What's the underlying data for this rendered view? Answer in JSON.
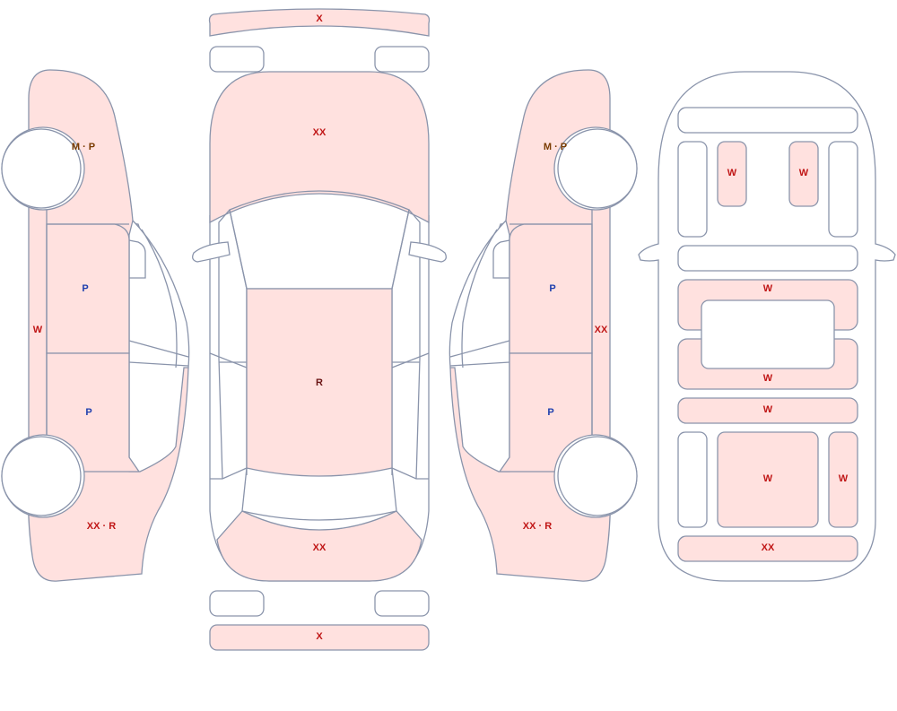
{
  "colors": {
    "damaged_fill": "#ffe1df",
    "outline": "#8a94ab",
    "code_x_w": "#c01616",
    "code_p": "#1e3fae",
    "code_m": "#7a3b00",
    "code_r": "#6a1414"
  },
  "labels": {
    "front_bumper": "X",
    "hood": "XX",
    "roof": "R",
    "trunk": "XX",
    "rear_bumper": "X",
    "left_fender": "M · P",
    "left_front_door": "P",
    "left_rear_door": "P",
    "left_rocker": "W",
    "left_quarter": "XX · R",
    "right_fender": "M · P",
    "right_front_door": "P",
    "right_rear_door": "P",
    "right_rocker": "XX",
    "right_quarter": "XX · R",
    "under_front_left": "W",
    "under_front_right": "W",
    "under_mid_upper": "W",
    "under_mid_lower": "W",
    "under_mid_band": "W",
    "under_rear_center": "W",
    "under_rear_right": "W",
    "under_rear_bumper": "XX"
  }
}
